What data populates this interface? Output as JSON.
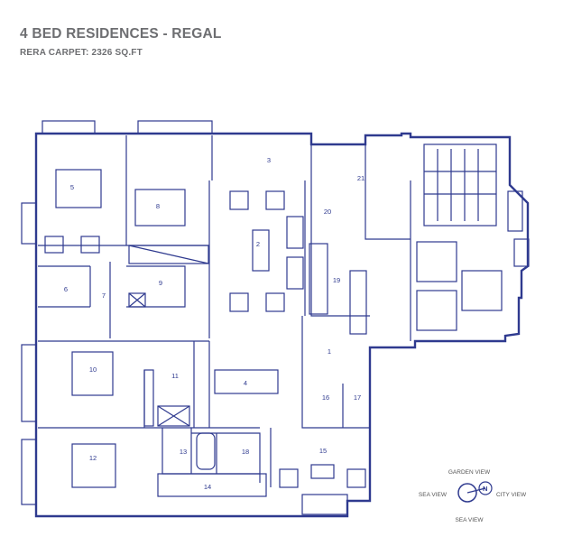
{
  "header": {
    "title": "4 BED RESIDENCES - REGAL",
    "subtitle": "RERA CARPET: 2326 SQ.FT"
  },
  "colors": {
    "plan_line": "#2f3a8f",
    "heading_text": "#6d6e71"
  },
  "rooms": [
    "1",
    "2",
    "3",
    "4",
    "5",
    "6",
    "7",
    "8",
    "9",
    "10",
    "11",
    "12",
    "13",
    "14",
    "15",
    "16",
    "17",
    "18",
    "19",
    "20",
    "21"
  ],
  "compass": {
    "north_label": "N",
    "top": "GARDEN VIEW",
    "left": "SEA VIEW",
    "right": "CITY VIEW",
    "bottom": "SEA VIEW"
  }
}
